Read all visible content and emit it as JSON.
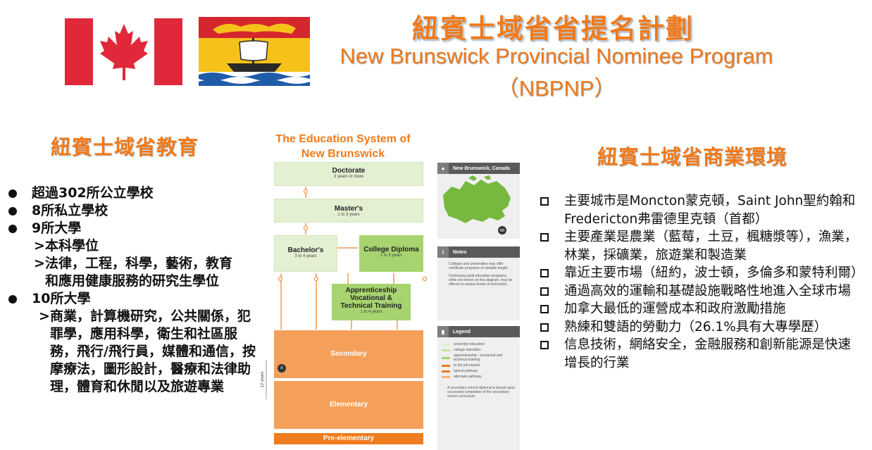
{
  "header": {
    "title_zh": "紐賓士域省省提名計劃",
    "title_en": "New Brunswick Provincial Nominee Program",
    "title_abbr": "（NBPNP）"
  },
  "education": {
    "heading": "紐賓士域省教育",
    "items": [
      {
        "text": "超過302所公立學校"
      },
      {
        "text": "8所私立學校"
      },
      {
        "text": "9所大學"
      },
      {
        "sub": "本科學位"
      },
      {
        "sub": "法律，工程，科學，藝術，教育和應用健康服務的研究生學位"
      },
      {
        "text": "10所大學"
      },
      {
        "sub": "商業，計算機研究，公共關係，犯罪學，應用科學，衛生和社區服務，飛行/飛行員，媒體和通信，按摩療法，圖形設計，醫療和法律助理，體育和休閒以及旅遊專業"
      }
    ],
    "arrow": ">"
  },
  "diagram": {
    "title_line1": "The Education System of",
    "title_line2": "New Brunswick",
    "doctorate": "Doctorate",
    "doctorate_sub": "3 years or more",
    "masters": "Master's",
    "masters_sub": "1 to 3 years",
    "bachelors": "Bachelor's",
    "bachelors_sub": "3 to 4 years",
    "college": "College Diploma",
    "college_sub": "1 to 3 years",
    "apprentice_l1": "Apprenticeship",
    "apprentice_l2": "Vocational &",
    "apprentice_l3": "Technical Training",
    "apprentice_sub": "1 to 4 years",
    "secondary": "Secondary",
    "elementary": "Elementary",
    "pre_elementary": "Pre-elementary",
    "twelve_years": "12 years",
    "marker_a": "A",
    "location_label": "New Brunswick, Canada",
    "nb_label": "NB",
    "notes_label": "Notes",
    "note_1": "Colleges and universities may offer certificate programs of variable length.",
    "note_2": "Continuing adult education programs, while not shown on this diagram, may be offered at various levels of instruction.",
    "legend_label": "Legend",
    "legend_items": [
      {
        "label": "university education",
        "color": "#e3f0d2"
      },
      {
        "label": "college education",
        "color": "#c6e39e"
      },
      {
        "label": "apprenticeship - vocational and technical training",
        "color": "#a8d470"
      },
      {
        "label": "to the job market",
        "color": "#ef7c1f"
      },
      {
        "label": "typical pathway",
        "color": "#ef7c1f"
      },
      {
        "label": "alternate pathway",
        "color": "#f4b27d"
      }
    ],
    "diploma_note": "A secondary-school diploma is issued upon successful completion of the secondary-school curriculum."
  },
  "business": {
    "heading": "紐賓士域省商業環境",
    "items": [
      "主要城市是Moncton蒙克頓，Saint John聖約翰和Fredericton弗雷德里克頓（首都）",
      "主要產業是農業（藍莓，土豆，楓糖漿等），漁業，林業，採礦業，旅遊業和製造業",
      "靠近主要市場（紐約，波士頓，多倫多和蒙特利爾）",
      "通過高效的運輸和基礎設施戰略性地進入全球市場",
      "加拿大最低的運營成本和政府激勵措施",
      "熟練和雙語的勞動力（26.1%具有大專學歷）",
      "信息技術，網絡安全，金融服務和創新能源是快速增長的行業"
    ]
  },
  "colors": {
    "accent": "#f07a1a",
    "canada_red": "#e0283a",
    "nb_yellow": "#f6c21a",
    "nb_blue": "#1f5ca8"
  }
}
